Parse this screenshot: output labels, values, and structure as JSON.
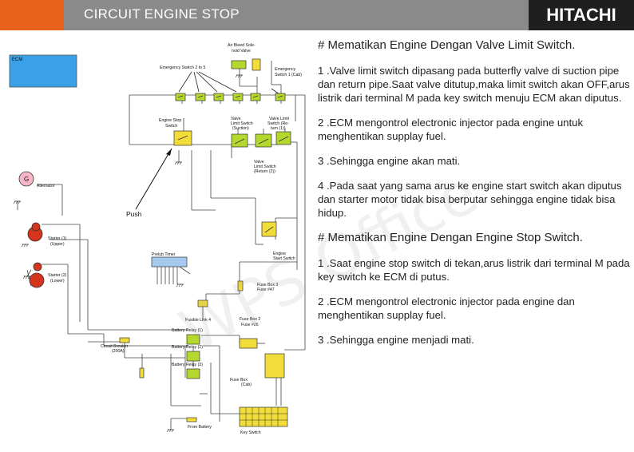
{
  "header": {
    "title": "CIRCUIT ENGINE STOP",
    "brand": "HITACHI"
  },
  "watermark": "WPS Office",
  "diagram": {
    "labels": {
      "ecm": "ECM",
      "air_bleed_1": "Air Bleed Sole-",
      "air_bleed_2": "noid Valve",
      "emergency_2to5": "Emergency Switch 2 to 5",
      "emergency_1a": "Emergency",
      "emergency_1b": "Switch 1 (Cab)",
      "engine_stop_1": "Engine Stop",
      "engine_stop_2": "Switch",
      "vls_suction_1": "Valve",
      "vls_suction_2": "Limit Switch",
      "vls_suction_3": "(Suction)",
      "vls_return1_1": "Valve Limit",
      "vls_return1_2": "Switch (Re-",
      "vls_return1_3": "turn (1))",
      "vls_return2_1": "Valve",
      "vls_return2_2": "Limit Switch",
      "vls_return2_3": "(Return (2))",
      "alternator_symbol": "G",
      "alternator": "Alternator",
      "push": "Push",
      "starter_upper_1": "Starter (1)",
      "starter_upper_2": "(Upper)",
      "starter_lower_1": "Starter (2)",
      "starter_lower_2": "(Lower)",
      "prelub_timer": "Prelub Timer",
      "engine_start_1": "Engine",
      "engine_start_2": "Start Switch",
      "fuse_box3_1": "Fuse Box 3",
      "fuse_box3_2": "Fuse #47",
      "fusible_link": "Fusible Link 4",
      "fuse_box2_1": "Fuse Box 2",
      "fuse_box2_2": "Fuse #26",
      "battery_relay_1": "Battery Relay (1)",
      "battery_relay_2": "Battery Relay (2)",
      "battery_relay_3": "Battery Relay (3)",
      "circuit_breaker_1": "Circuit Breaker",
      "circuit_breaker_2": "(200A)",
      "fuse_box_cab_1": "Fuse Box",
      "fuse_box_cab_2": "(Cab)",
      "from_battery": "From Battery",
      "key_switch": "Key Switch"
    }
  },
  "text_panel": {
    "heading_1": "# Mematikan Engine Dengan Valve Limit Switch.",
    "section_1": [
      "1 .Valve limit switch dipasang pada butterfly valve di suction pipe dan return pipe.Saat valve ditutup,maka limit switch akan OFF,arus listrik dari terminal M pada key switch menuju ECM akan diputus.",
      "2 .ECM mengontrol electronic injector pada engine untuk menghentikan supplay fuel.",
      "3 .Sehingga engine akan mati.",
      "4 .Pada saat yang sama arus ke engine start switch akan diputus dan starter motor tidak bisa berputar sehingga engine tidak bisa hidup."
    ],
    "heading_2": "# Mematikan Engine Dengan Engine Stop Switch.",
    "section_2": [
      "1 .Saat engine stop switch di tekan,arus listrik dari terminal M pada key switch ke ECM di putus.",
      "2 .ECM mengontrol electronic injector pada engine dan menghentikan supplay fuel.",
      "3 .Sehingga engine menjadi mati."
    ]
  },
  "colors": {
    "header_bg": "#8a8a8a",
    "header_accent": "#e8611a",
    "brand_bg": "#1f1f1f",
    "ecm_fill": "#3aa0e8",
    "switch_fill": "#b5d82e",
    "fuse_fill": "#f2dc3a",
    "starter_fill": "#d4351c",
    "alternator_fill": "#f6b6c7",
    "prelub_fill": "#a6c8ee"
  }
}
